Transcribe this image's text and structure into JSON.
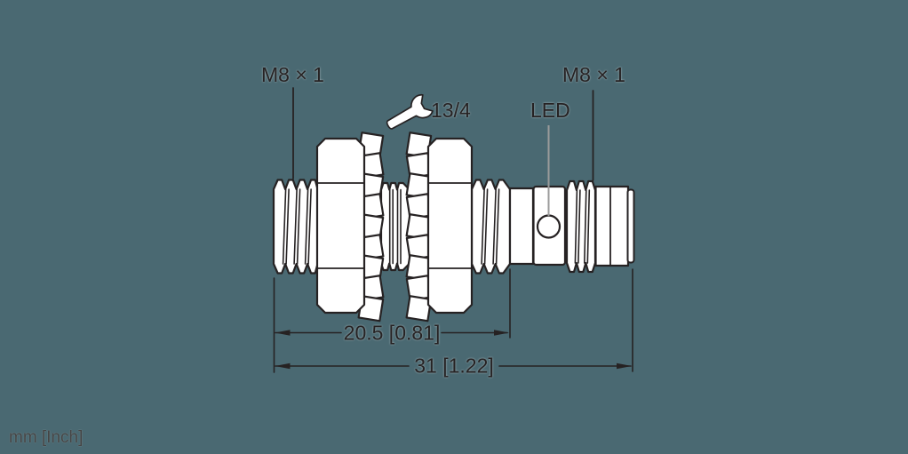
{
  "canvas": {
    "background_color": "#4a6972",
    "line_color": "#262223",
    "part_fill_color": "#ffffff",
    "led_leader_color": "#9b9b9b",
    "units_text_color": "#454545"
  },
  "icons": {
    "wrench": "wrench-icon"
  },
  "labels": {
    "left_thread": "M8 × 1",
    "right_thread": "M8 × 1",
    "led": "LED",
    "wrench_size": "13/4",
    "dim_body": "20.5 [0.81]",
    "dim_overall": "31 [1.22]",
    "units": "mm [Inch]"
  }
}
